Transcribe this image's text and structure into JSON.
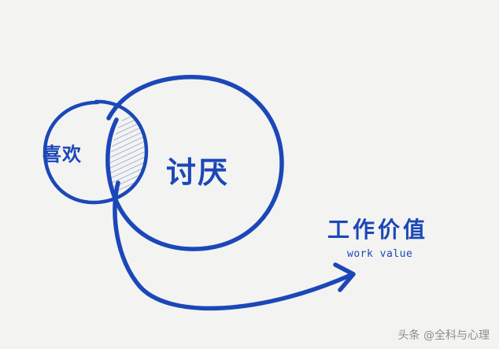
{
  "diagram": {
    "like_label": "喜欢",
    "hate_label": "讨厌",
    "work_value_label": "工作价值",
    "work_value_sub": "work value"
  },
  "watermark": "头条 @全科与心理",
  "colors": {
    "ink": "#1b47b8",
    "background": "#f3f3f1",
    "hatch": "#7f94c7"
  }
}
